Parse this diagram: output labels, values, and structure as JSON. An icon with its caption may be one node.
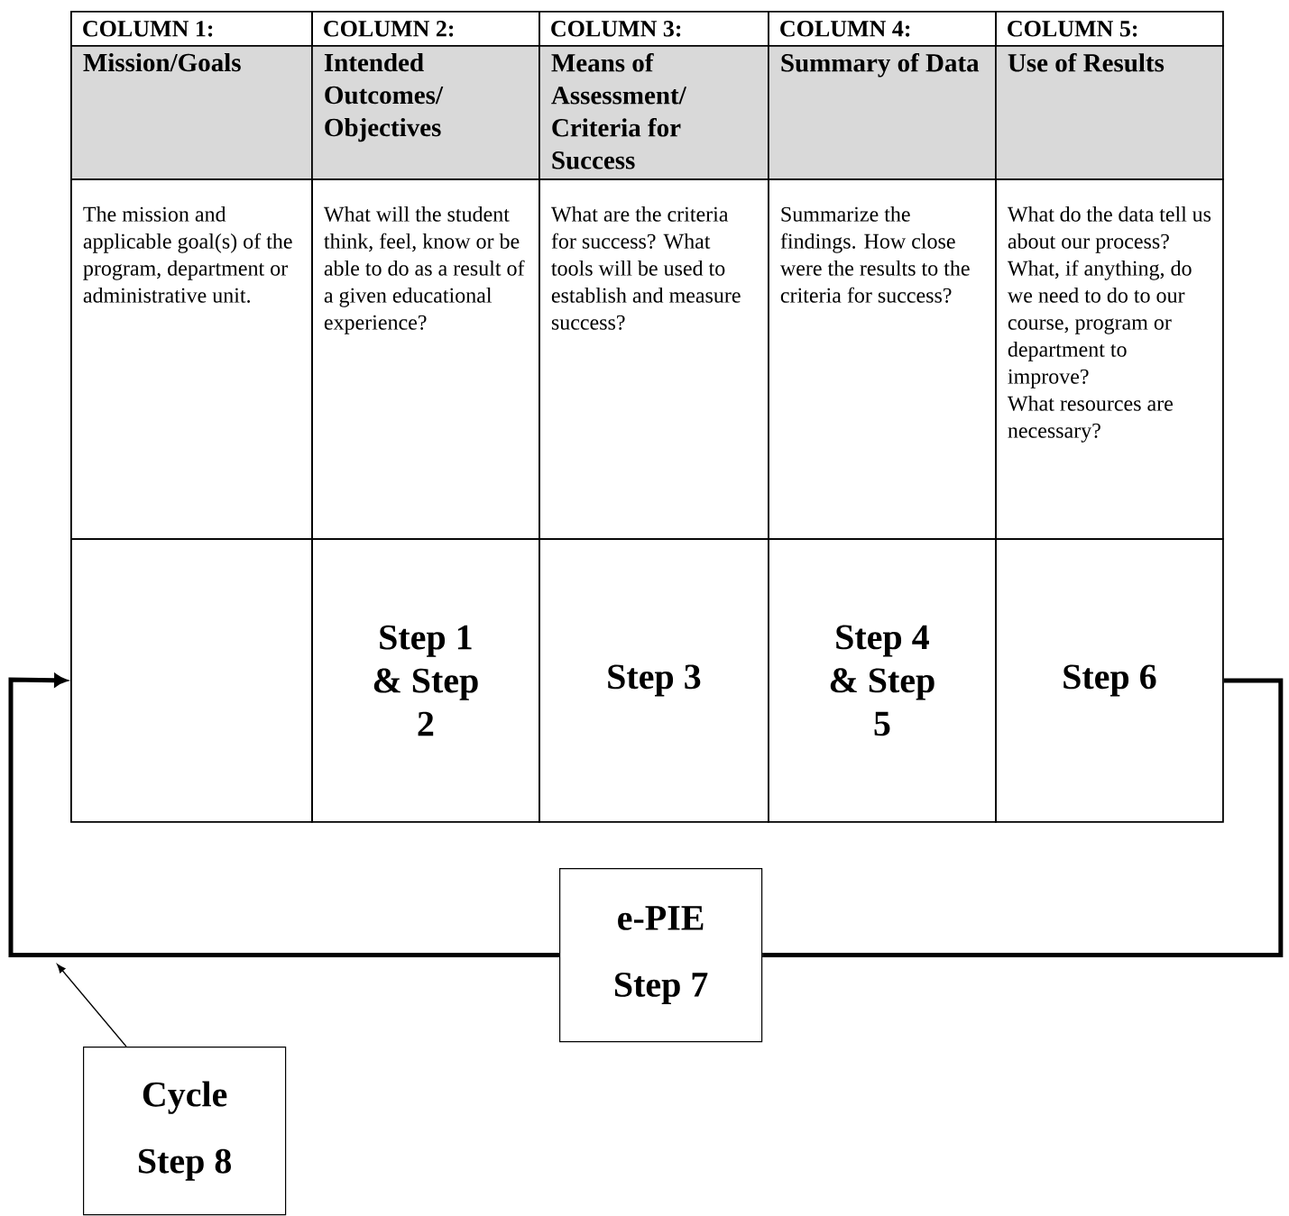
{
  "diagram": {
    "nodes": [
      {
        "text": [
          "COLUMN 1:"
        ]
      },
      {
        "text": [
          "COLUMN 2:"
        ]
      },
      {
        "text": [
          "COLUMN 3:"
        ]
      },
      {
        "text": [
          "COLUMN 4:"
        ]
      },
      {
        "text": [
          "COLUMN 5:"
        ]
      },
      {
        "text": [
          "Mission/Goals"
        ]
      },
      {
        "text": [
          "Intended Outcomes/ Objectives"
        ]
      },
      {
        "text": [
          "Means of Assessment/ Criteria for Success"
        ]
      },
      {
        "text": [
          "Summary of Data"
        ]
      },
      {
        "text": [
          "Use of Results"
        ]
      },
      {
        "text": [
          "The mission and applicable goal(s) of the program, department or administrative unit."
        ]
      },
      {
        "text": [
          "What will the student think, feel, know or be able to do as a result of a given educational experience?"
        ]
      },
      {
        "text": [
          "What are the criteria for success?  What tools will be used to establish and measure success?"
        ]
      },
      {
        "text": [
          "Summarize the findings.  How close were the results to the criteria for success?"
        ]
      },
      {
        "text": [
          "What do the data tell us about our process?",
          "What, if anything, do we need to do to our course, program or department to improve?",
          "What resources are necessary?"
        ]
      },
      {
        "text": [],
        "shape": "box"
      },
      {
        "text": [
          "Step 1 & Step 2"
        ]
      },
      {
        "text": [
          "Step 3"
        ]
      },
      {
        "text": [
          "Step 4 & Step 5"
        ]
      },
      {
        "text": [
          "Step 6"
        ]
      },
      {
        "text": [
          "e-PIE",
          "Step 7"
        ]
      },
      {
        "text": [
          "Cycle",
          "Step 8"
        ]
      }
    ],
    "edges": [
      {
        "from": 19,
        "to": 20,
        "arrow": "none"
      },
      {
        "from": 20,
        "to": 15,
        "arrow": "to"
      },
      {
        "from": 21,
        "to": null,
        "arrow": "to"
      }
    ]
  }
}
